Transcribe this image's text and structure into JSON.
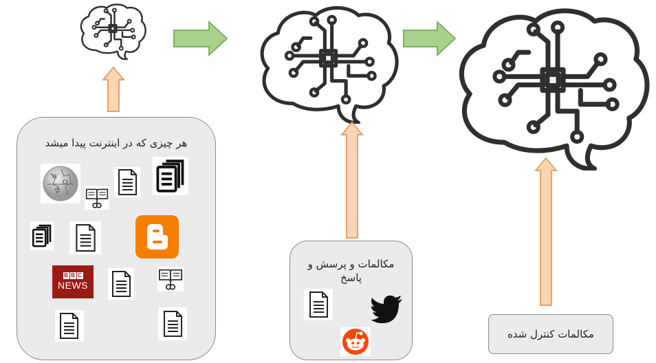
{
  "source_box": {
    "title": "هر چیزی که در اینترنت پیدا میشد"
  },
  "conversation_box": {
    "title": "مکالمات و پرسش و پاسخ"
  },
  "controlled_box": {
    "title": "مکالمات کنترل شده"
  },
  "logos": {
    "bbc_letters": [
      "B",
      "B",
      "C"
    ],
    "bbc_news": "NEWS"
  },
  "colors": {
    "arrow_fill": "#fcd5b4",
    "arrow_stroke": "#e6a26b",
    "side_arrow_fill": "#a9d18e",
    "side_arrow_stroke": "#7fae5f",
    "box_fill": "#ebebeb",
    "brain_stroke": "#2f2f2f"
  }
}
